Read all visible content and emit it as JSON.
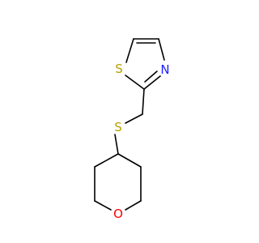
{
  "molecule": {
    "atoms": {
      "thiazole_sulfur": {
        "label": "S",
        "color": "#b8a000"
      },
      "thiazole_nitrogen": {
        "label": "N",
        "color": "#2020ff"
      },
      "thioether_sulfur": {
        "label": "S",
        "color": "#b8a000"
      },
      "ring_oxygen": {
        "label": "O",
        "color": "#ff0000"
      }
    },
    "bond_color": "#000000",
    "background": "#ffffff"
  }
}
